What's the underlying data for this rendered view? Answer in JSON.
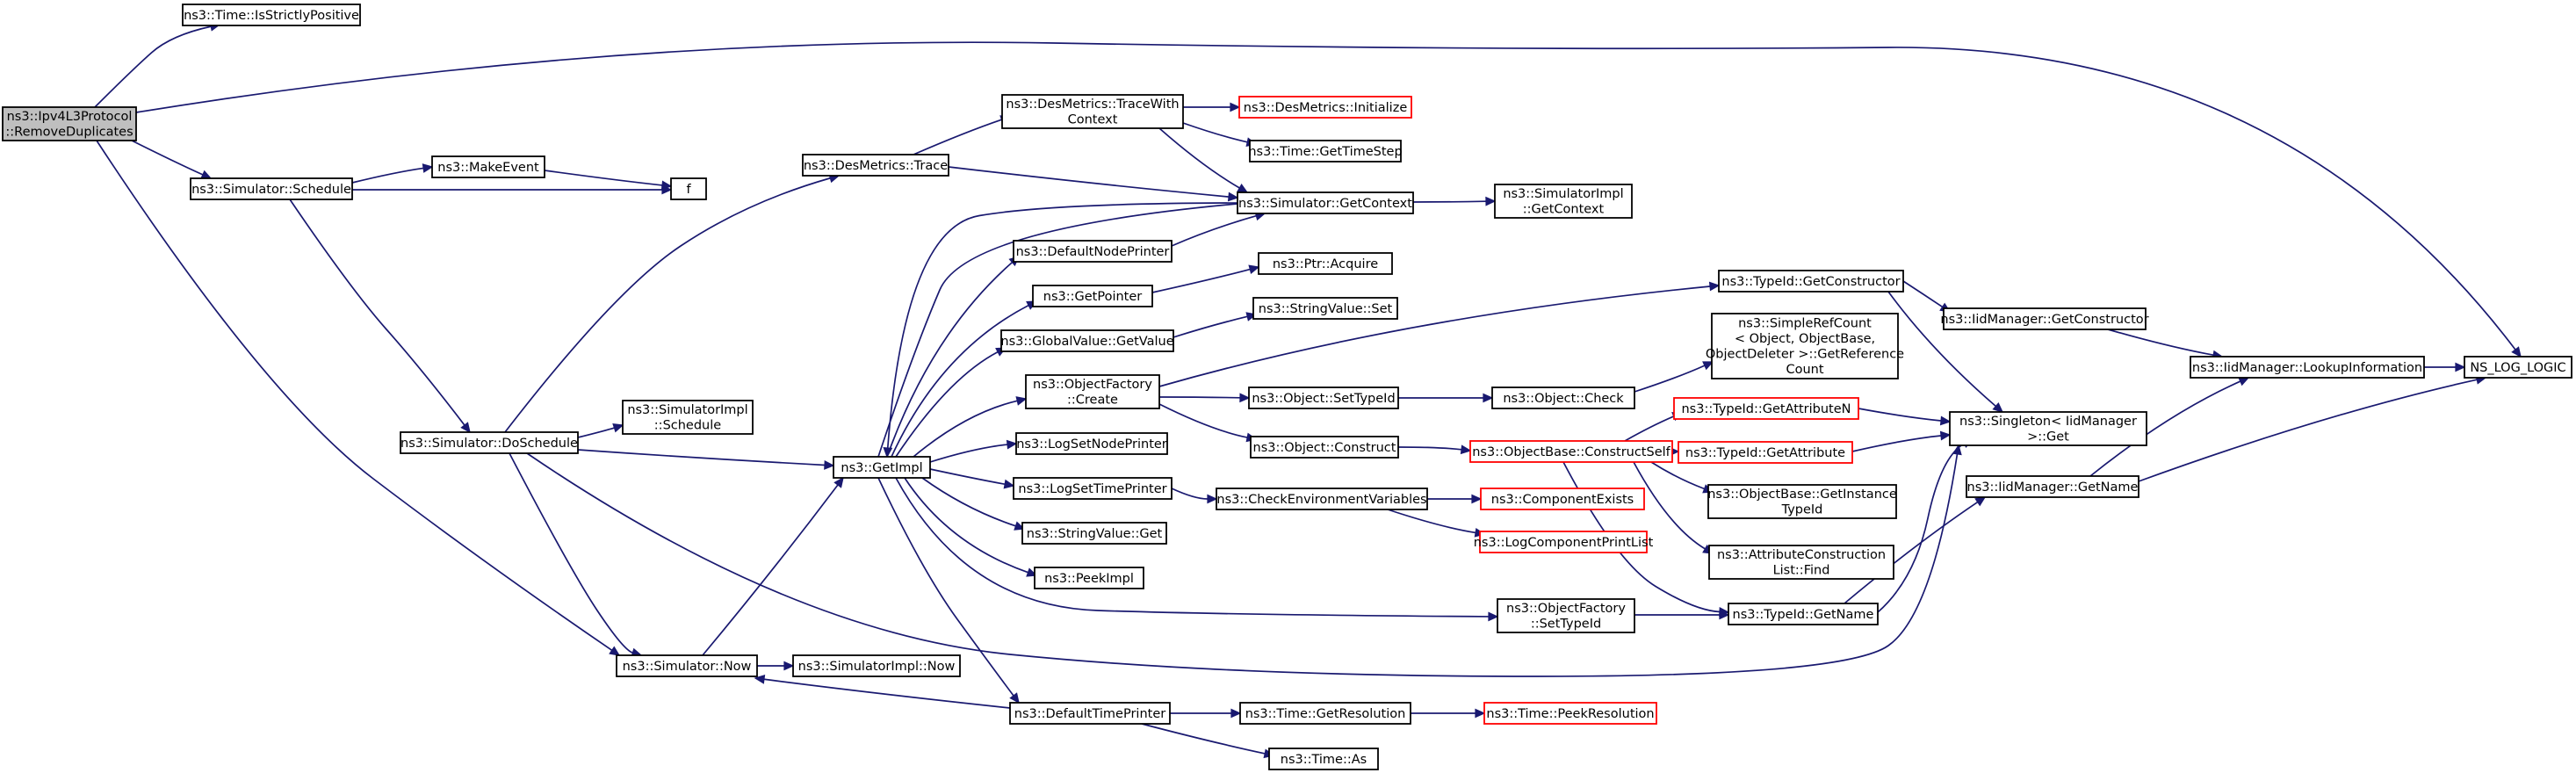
{
  "colors": {
    "edge": "#191970",
    "node_border": "#000000",
    "node_border_incomplete": "#ff0000",
    "node_fill": "#ffffff",
    "root_fill": "#bfbfbf",
    "text": "#000000"
  },
  "nodes": [
    {
      "id": "root",
      "lines": [
        "ns3::Ipv4L3Protocol",
        "::RemoveDuplicates"
      ],
      "style": "root"
    },
    {
      "id": "isStrictlyPositive",
      "lines": [
        "ns3::Time::IsStrictlyPositive"
      ],
      "style": "normal"
    },
    {
      "id": "schedule",
      "lines": [
        "ns3::Simulator::Schedule"
      ],
      "style": "normal"
    },
    {
      "id": "makeEvent",
      "lines": [
        "ns3::MakeEvent"
      ],
      "style": "normal"
    },
    {
      "id": "f",
      "lines": [
        "f"
      ],
      "style": "normal"
    },
    {
      "id": "doSchedule",
      "lines": [
        "ns3::Simulator::DoSchedule"
      ],
      "style": "normal"
    },
    {
      "id": "simImplSchedule",
      "lines": [
        "ns3::SimulatorImpl",
        "::Schedule"
      ],
      "style": "normal"
    },
    {
      "id": "now",
      "lines": [
        "ns3::Simulator::Now"
      ],
      "style": "normal"
    },
    {
      "id": "simImplNow",
      "lines": [
        "ns3::SimulatorImpl::Now"
      ],
      "style": "normal"
    },
    {
      "id": "getImpl",
      "lines": [
        "ns3::GetImpl"
      ],
      "style": "normal"
    },
    {
      "id": "desTrace",
      "lines": [
        "ns3::DesMetrics::Trace"
      ],
      "style": "normal"
    },
    {
      "id": "desTraceWith",
      "lines": [
        "ns3::DesMetrics::TraceWith",
        "Context"
      ],
      "style": "normal"
    },
    {
      "id": "desInit",
      "lines": [
        "ns3::DesMetrics::Initialize"
      ],
      "style": "incomplete"
    },
    {
      "id": "getTimeStep",
      "lines": [
        "ns3::Time::GetTimeStep"
      ],
      "style": "normal"
    },
    {
      "id": "getContext",
      "lines": [
        "ns3::Simulator::GetContext"
      ],
      "style": "normal"
    },
    {
      "id": "simImplGetContext",
      "lines": [
        "ns3::SimulatorImpl",
        "::GetContext"
      ],
      "style": "normal"
    },
    {
      "id": "defaultNodePrinter",
      "lines": [
        "ns3::DefaultNodePrinter"
      ],
      "style": "normal"
    },
    {
      "id": "getPointer",
      "lines": [
        "ns3::GetPointer"
      ],
      "style": "normal"
    },
    {
      "id": "ptrAcquire",
      "lines": [
        "ns3::Ptr::Acquire"
      ],
      "style": "normal"
    },
    {
      "id": "globalGetValue",
      "lines": [
        "ns3::GlobalValue::GetValue"
      ],
      "style": "normal"
    },
    {
      "id": "stringValueSet",
      "lines": [
        "ns3::StringValue::Set"
      ],
      "style": "normal"
    },
    {
      "id": "objFactoryCreate",
      "lines": [
        "ns3::ObjectFactory",
        "::Create"
      ],
      "style": "normal"
    },
    {
      "id": "objSetTypeId",
      "lines": [
        "ns3::Object::SetTypeId"
      ],
      "style": "normal"
    },
    {
      "id": "objCheck",
      "lines": [
        "ns3::Object::Check"
      ],
      "style": "normal"
    },
    {
      "id": "simpleRefCount",
      "lines": [
        "ns3::SimpleRefCount",
        "< Object, ObjectBase,",
        " ObjectDeleter >::GetReference",
        "Count"
      ],
      "style": "normal"
    },
    {
      "id": "objConstruct",
      "lines": [
        "ns3::Object::Construct"
      ],
      "style": "normal"
    },
    {
      "id": "constructSelf",
      "lines": [
        "ns3::ObjectBase::ConstructSelf"
      ],
      "style": "incomplete"
    },
    {
      "id": "getAttributeN",
      "lines": [
        "ns3::TypeId::GetAttributeN"
      ],
      "style": "incomplete"
    },
    {
      "id": "getAttribute",
      "lines": [
        "ns3::TypeId::GetAttribute"
      ],
      "style": "incomplete"
    },
    {
      "id": "getInstanceTypeId",
      "lines": [
        "ns3::ObjectBase::GetInstance",
        "TypeId"
      ],
      "style": "normal"
    },
    {
      "id": "attrConstructionFind",
      "lines": [
        "ns3::AttributeConstruction",
        "List::Find"
      ],
      "style": "normal"
    },
    {
      "id": "typeIdGetName",
      "lines": [
        "ns3::TypeId::GetName"
      ],
      "style": "normal"
    },
    {
      "id": "logSetNodePrinter",
      "lines": [
        "ns3::LogSetNodePrinter"
      ],
      "style": "normal"
    },
    {
      "id": "logSetTimePrinter",
      "lines": [
        "ns3::LogSetTimePrinter"
      ],
      "style": "normal"
    },
    {
      "id": "checkEnv",
      "lines": [
        "ns3::CheckEnvironmentVariables"
      ],
      "style": "normal"
    },
    {
      "id": "componentExists",
      "lines": [
        "ns3::ComponentExists"
      ],
      "style": "incomplete"
    },
    {
      "id": "logComponentPrintList",
      "lines": [
        "ns3::LogComponentPrintList"
      ],
      "style": "incomplete"
    },
    {
      "id": "stringValueGet",
      "lines": [
        "ns3::StringValue::Get"
      ],
      "style": "normal"
    },
    {
      "id": "peekImpl",
      "lines": [
        "ns3::PeekImpl"
      ],
      "style": "normal"
    },
    {
      "id": "objFactorySetTypeId",
      "lines": [
        "ns3::ObjectFactory",
        "::SetTypeId"
      ],
      "style": "normal"
    },
    {
      "id": "defaultTimePrinter",
      "lines": [
        "ns3::DefaultTimePrinter"
      ],
      "style": "normal"
    },
    {
      "id": "timeGetResolution",
      "lines": [
        "ns3::Time::GetResolution"
      ],
      "style": "normal"
    },
    {
      "id": "timePeekResolution",
      "lines": [
        "ns3::Time::PeekResolution"
      ],
      "style": "incomplete"
    },
    {
      "id": "timeAs",
      "lines": [
        "ns3::Time::As"
      ],
      "style": "normal"
    },
    {
      "id": "typeIdGetConstructor",
      "lines": [
        "ns3::TypeId::GetConstructor"
      ],
      "style": "normal"
    },
    {
      "id": "iidGetConstructor",
      "lines": [
        "ns3::IidManager::GetConstructor"
      ],
      "style": "normal"
    },
    {
      "id": "singletonGet",
      "lines": [
        "ns3::Singleton< IidManager",
        " >::Get"
      ],
      "style": "normal"
    },
    {
      "id": "iidGetName",
      "lines": [
        "ns3::IidManager::GetName"
      ],
      "style": "normal"
    },
    {
      "id": "lookupInfo",
      "lines": [
        "ns3::IidManager::LookupInformation"
      ],
      "style": "normal"
    },
    {
      "id": "nsLogLogic",
      "lines": [
        "NS_LOG_LOGIC"
      ],
      "style": "normal"
    }
  ],
  "edges": [
    {
      "from": "root",
      "to": "isStrictlyPositive"
    },
    {
      "from": "root",
      "to": "nsLogLogic"
    },
    {
      "from": "root",
      "to": "schedule"
    },
    {
      "from": "root",
      "to": "now"
    },
    {
      "from": "schedule",
      "to": "makeEvent"
    },
    {
      "from": "schedule",
      "to": "f"
    },
    {
      "from": "schedule",
      "to": "doSchedule"
    },
    {
      "from": "makeEvent",
      "to": "f"
    },
    {
      "from": "doSchedule",
      "to": "desTrace"
    },
    {
      "from": "doSchedule",
      "to": "simImplSchedule"
    },
    {
      "from": "doSchedule",
      "to": "getImpl"
    },
    {
      "from": "doSchedule",
      "to": "now"
    },
    {
      "from": "doSchedule",
      "to": "singletonGet"
    },
    {
      "from": "desTrace",
      "to": "desTraceWith"
    },
    {
      "from": "desTrace",
      "to": "getContext"
    },
    {
      "from": "desTraceWith",
      "to": "desInit"
    },
    {
      "from": "desTraceWith",
      "to": "getTimeStep"
    },
    {
      "from": "desTraceWith",
      "to": "getContext"
    },
    {
      "from": "getContext",
      "to": "simImplGetContext"
    },
    {
      "from": "getContext",
      "to": "getImpl"
    },
    {
      "from": "now",
      "to": "simImplNow"
    },
    {
      "from": "now",
      "to": "getImpl"
    },
    {
      "from": "getImpl",
      "to": "getContext"
    },
    {
      "from": "getImpl",
      "to": "defaultNodePrinter"
    },
    {
      "from": "getImpl",
      "to": "getPointer"
    },
    {
      "from": "getImpl",
      "to": "globalGetValue"
    },
    {
      "from": "getImpl",
      "to": "objFactoryCreate"
    },
    {
      "from": "getImpl",
      "to": "logSetNodePrinter"
    },
    {
      "from": "getImpl",
      "to": "logSetTimePrinter"
    },
    {
      "from": "getImpl",
      "to": "stringValueGet"
    },
    {
      "from": "getImpl",
      "to": "peekImpl"
    },
    {
      "from": "getImpl",
      "to": "objFactorySetTypeId"
    },
    {
      "from": "getImpl",
      "to": "defaultTimePrinter"
    },
    {
      "from": "defaultNodePrinter",
      "to": "getContext"
    },
    {
      "from": "getPointer",
      "to": "ptrAcquire"
    },
    {
      "from": "globalGetValue",
      "to": "stringValueSet"
    },
    {
      "from": "objFactoryCreate",
      "to": "typeIdGetConstructor"
    },
    {
      "from": "objFactoryCreate",
      "to": "objSetTypeId"
    },
    {
      "from": "objFactoryCreate",
      "to": "objConstruct"
    },
    {
      "from": "objSetTypeId",
      "to": "objCheck"
    },
    {
      "from": "objCheck",
      "to": "simpleRefCount"
    },
    {
      "from": "objConstruct",
      "to": "constructSelf"
    },
    {
      "from": "constructSelf",
      "to": "getAttributeN"
    },
    {
      "from": "constructSelf",
      "to": "getAttribute"
    },
    {
      "from": "constructSelf",
      "to": "getInstanceTypeId"
    },
    {
      "from": "constructSelf",
      "to": "attrConstructionFind"
    },
    {
      "from": "constructSelf",
      "to": "typeIdGetName"
    },
    {
      "from": "getAttributeN",
      "to": "singletonGet"
    },
    {
      "from": "getAttribute",
      "to": "singletonGet"
    },
    {
      "from": "logSetTimePrinter",
      "to": "checkEnv"
    },
    {
      "from": "checkEnv",
      "to": "componentExists"
    },
    {
      "from": "checkEnv",
      "to": "logComponentPrintList"
    },
    {
      "from": "objFactorySetTypeId",
      "to": "typeIdGetName"
    },
    {
      "from": "typeIdGetName",
      "to": "singletonGet"
    },
    {
      "from": "typeIdGetName",
      "to": "iidGetName"
    },
    {
      "from": "defaultTimePrinter",
      "to": "now"
    },
    {
      "from": "defaultTimePrinter",
      "to": "timeGetResolution"
    },
    {
      "from": "defaultTimePrinter",
      "to": "timeAs"
    },
    {
      "from": "timeGetResolution",
      "to": "timePeekResolution"
    },
    {
      "from": "typeIdGetConstructor",
      "to": "iidGetConstructor"
    },
    {
      "from": "typeIdGetConstructor",
      "to": "singletonGet"
    },
    {
      "from": "iidGetConstructor",
      "to": "lookupInfo"
    },
    {
      "from": "iidGetName",
      "to": "lookupInfo"
    },
    {
      "from": "iidGetName",
      "to": "nsLogLogic"
    },
    {
      "from": "lookupInfo",
      "to": "nsLogLogic"
    }
  ]
}
